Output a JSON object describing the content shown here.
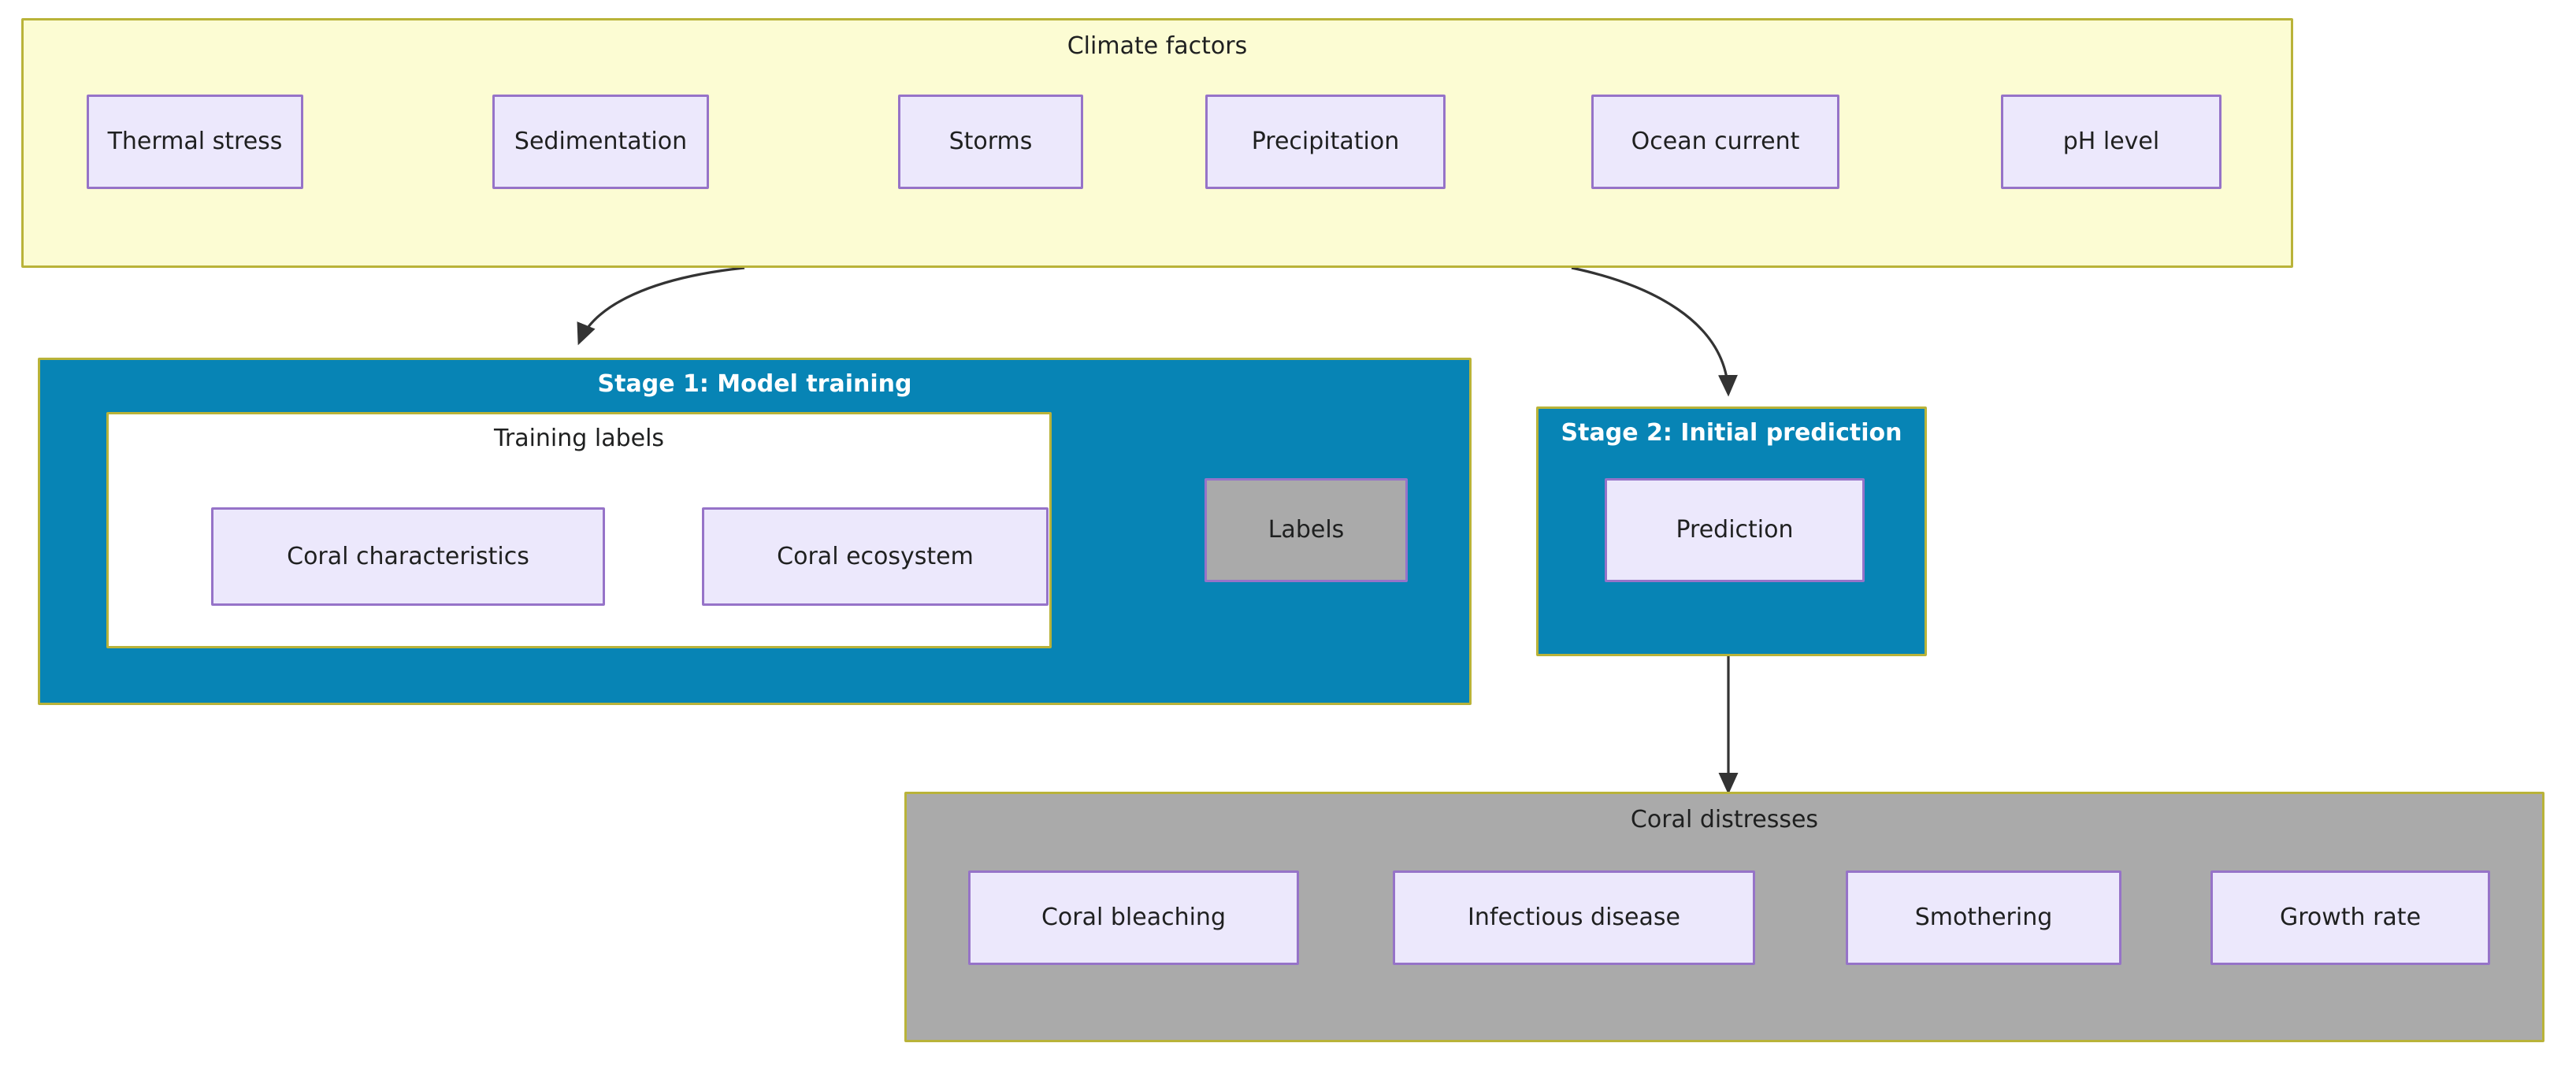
{
  "diagram": {
    "type": "flowchart",
    "title_visible": false,
    "colors": {
      "climate_fill": "#fcfcd3",
      "subgraph_border": "#b9b339",
      "stage_fill": "#0784b5",
      "stage_title_text": "#ffffff",
      "inner_fill": "#ffffff",
      "distress_fill": "#aaaaaa",
      "node_fill": "#ece8fc",
      "node_border": "#9673c8",
      "node_grey_fill": "#aaaaaa",
      "text": "#1f2020",
      "edge": "#333333"
    }
  },
  "climate": {
    "title": "Climate factors",
    "nodes": [
      {
        "label": "Thermal stress"
      },
      {
        "label": "Sedimentation"
      },
      {
        "label": "Storms"
      },
      {
        "label": "Precipitation"
      },
      {
        "label": "Ocean current"
      },
      {
        "label": "pH level"
      }
    ]
  },
  "stage1": {
    "title": "Stage 1: Model training",
    "inner": {
      "title": "Training labels",
      "nodes": [
        {
          "label": "Coral characteristics"
        },
        {
          "label": "Coral ecosystem"
        }
      ]
    },
    "nodes": [
      {
        "label": "Labels",
        "style": "grey"
      }
    ]
  },
  "stage2": {
    "title": "Stage 2: Initial prediction",
    "nodes": [
      {
        "label": "Prediction"
      }
    ]
  },
  "distresses": {
    "title": "Coral distresses",
    "nodes": [
      {
        "label": "Coral bleaching"
      },
      {
        "label": "Infectious disease"
      },
      {
        "label": "Smothering"
      },
      {
        "label": "Growth rate"
      }
    ]
  },
  "edges": [
    {
      "from": "Climate factors",
      "to": "Stage 1: Model training"
    },
    {
      "from": "Climate factors",
      "to": "Stage 2: Initial prediction"
    },
    {
      "from": "Training labels",
      "to": "Labels"
    },
    {
      "from": "Stage 2: Initial prediction",
      "to": "Coral distresses"
    }
  ]
}
